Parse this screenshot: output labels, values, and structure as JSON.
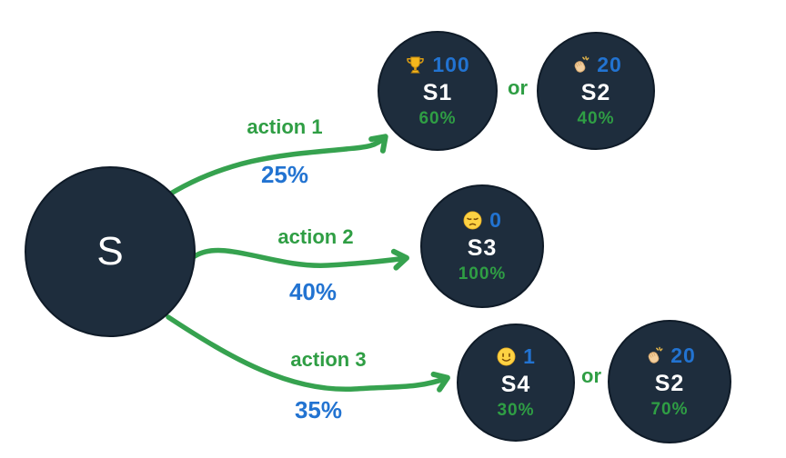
{
  "diagram": {
    "root_state": {
      "label": "S"
    },
    "transitions": [
      {
        "action_label": "action 1",
        "action_probability": "25%"
      },
      {
        "action_label": "action 2",
        "action_probability": "40%"
      },
      {
        "action_label": "action 3",
        "action_probability": "35%"
      }
    ],
    "or_label": "or",
    "states": [
      {
        "label": "S1",
        "reward": "100",
        "probability": "60%",
        "icon": "trophy-icon"
      },
      {
        "label": "S2",
        "reward": "20",
        "probability": "40%",
        "icon": "clap-icon"
      },
      {
        "label": "S3",
        "reward": "0",
        "probability": "100%",
        "icon": "sad-face-icon"
      },
      {
        "label": "S4",
        "reward": "1",
        "probability": "30%",
        "icon": "smiley-icon"
      },
      {
        "label": "S2",
        "reward": "20",
        "probability": "70%",
        "icon": "clap-icon"
      }
    ],
    "colors": {
      "node_fill": "#1e2d3d",
      "arrow_green": "#36a24f",
      "text_green": "#2f9e44",
      "text_blue": "#2273d1",
      "state_text": "#ffffff"
    }
  }
}
